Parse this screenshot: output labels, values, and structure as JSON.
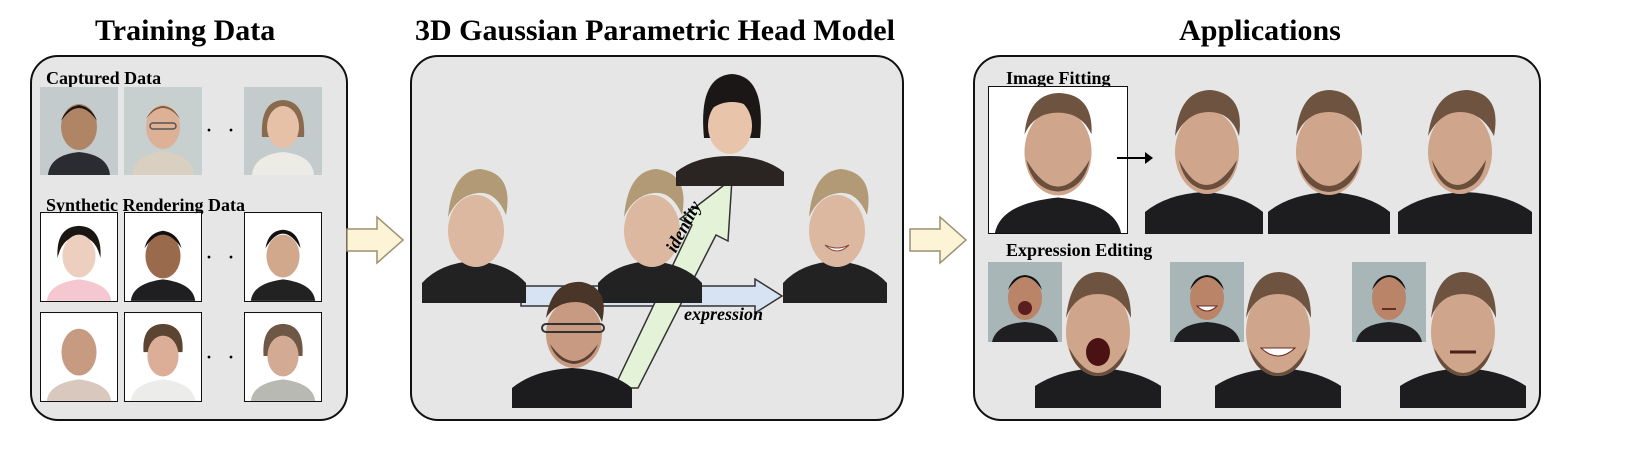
{
  "titles": {
    "training": "Training Data",
    "model": "3D Gaussian Parametric Head Model",
    "applications": "Applications"
  },
  "training": {
    "captured_label": "Captured Data",
    "synthetic_label": "Synthetic Rendering Data",
    "ellipsis": "· · ·"
  },
  "model": {
    "identity_label": "identity",
    "expression_label": "expression"
  },
  "applications": {
    "image_fitting_label": "Image Fitting",
    "expression_editing_label": "Expression Editing"
  },
  "colors": {
    "panel_bg": "#e6e6e6",
    "flow_arrow": "#fdf3d6",
    "expression_arrow": "#d7e3f2",
    "identity_arrow": "#e4f2d8"
  }
}
